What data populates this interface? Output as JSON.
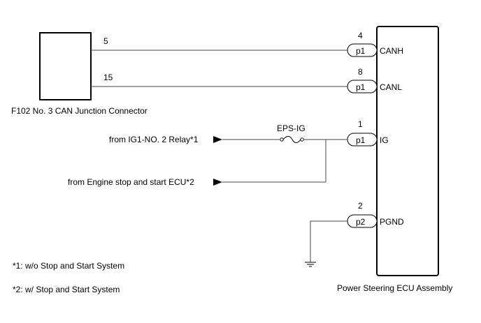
{
  "junction_connector": {
    "label": "F102  No. 3 CAN Junction Connector",
    "pin_canh": "5",
    "pin_canl": "15"
  },
  "ecu": {
    "label": "Power Steering ECU Assembly",
    "terminals": [
      {
        "pin": "4",
        "connector": "p1",
        "signal": "CANH"
      },
      {
        "pin": "8",
        "connector": "p1",
        "signal": "CANL"
      },
      {
        "pin": "1",
        "connector": "p1",
        "signal": "IG"
      },
      {
        "pin": "2",
        "connector": "p2",
        "signal": "PGND"
      }
    ]
  },
  "fuse": {
    "label": "EPS-IG"
  },
  "sources": {
    "ig1_relay": "from IG1-NO. 2 Relay*1",
    "engine_ecu": "from Engine stop and start ECU*2"
  },
  "notes": [
    "*1: w/o Stop and Start System",
    "*2: w/ Stop and Start System"
  ],
  "icons": {
    "ground": "ground-icon",
    "fuse": "fuse-icon",
    "arrow": "arrow-right-icon"
  }
}
